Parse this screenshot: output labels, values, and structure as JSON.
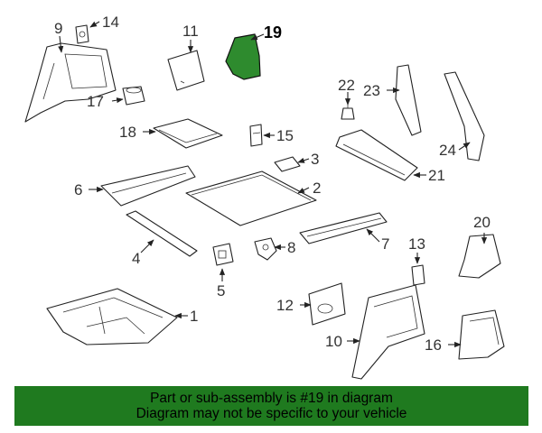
{
  "diagram": {
    "selected_part": "19",
    "highlight_color": "#2e8b2e",
    "callouts": {
      "p1": "1",
      "p2": "2",
      "p3": "3",
      "p4": "4",
      "p5": "5",
      "p6": "6",
      "p7": "7",
      "p8": "8",
      "p9": "9",
      "p10": "10",
      "p11": "11",
      "p12": "12",
      "p13": "13",
      "p14": "14",
      "p15": "15",
      "p16": "16",
      "p17": "17",
      "p18": "18",
      "p19": "19",
      "p20": "20",
      "p21": "21",
      "p22": "22",
      "p23": "23",
      "p24": "24"
    }
  },
  "banner": {
    "line1": "Part or sub-assembly is #19 in diagram",
    "line2": "Diagram may not be specific to your vehicle",
    "background": "#1f7a1f"
  }
}
